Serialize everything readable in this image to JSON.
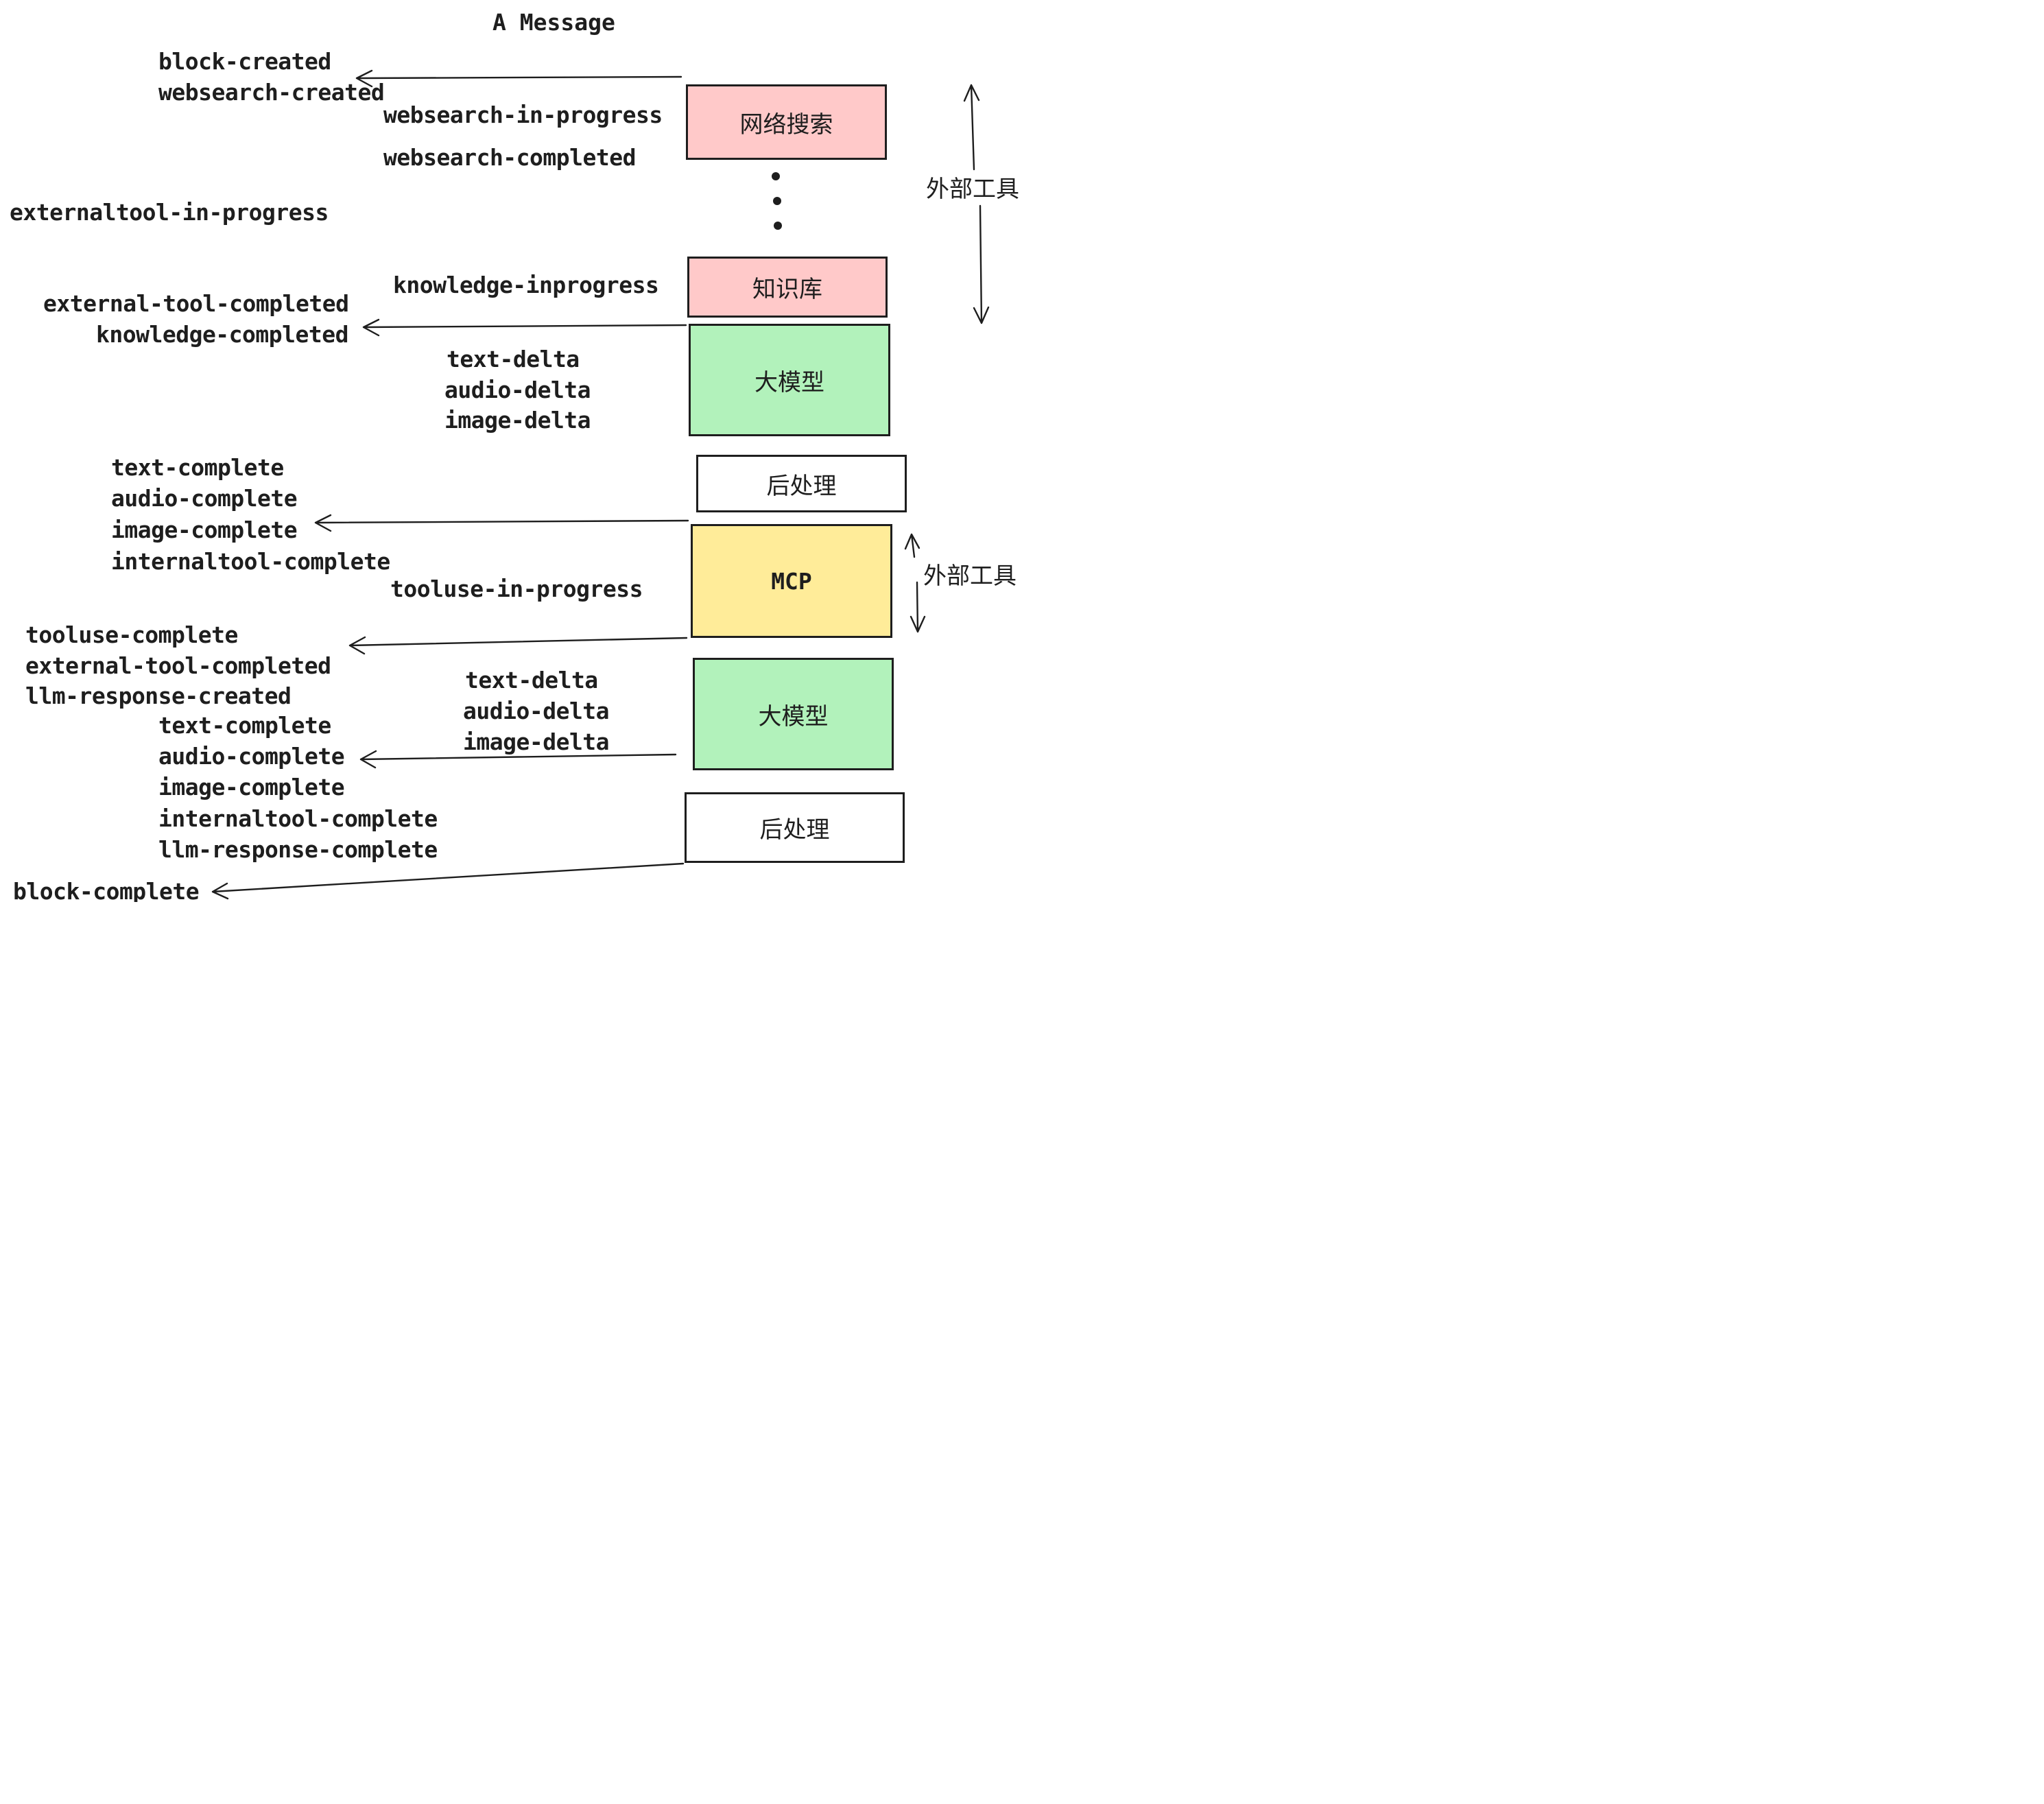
{
  "title": "A Message",
  "colors": {
    "pink": "#ffc9c9",
    "green": "#b2f2bb",
    "yellow": "#ffec99",
    "white": "#ffffff",
    "stroke": "#1e1e1e"
  },
  "boxes": [
    {
      "label": "网络搜索",
      "color": "#ffc9c9"
    },
    {
      "label": "知识库",
      "color": "#ffc9c9"
    },
    {
      "label": "大模型",
      "color": "#b2f2bb"
    },
    {
      "label": "后处理",
      "color": "#ffffff"
    },
    {
      "label": "MCP",
      "color": "#ffec99"
    },
    {
      "label": "大模型",
      "color": "#b2f2bb"
    },
    {
      "label": "后处理",
      "color": "#ffffff"
    }
  ],
  "events": [
    "block-created",
    "websearch-created",
    "websearch-in-progress",
    "websearch-completed",
    "externaltool-in-progress",
    "knowledge-inprogress",
    "external-tool-completed",
    "knowledge-completed",
    "text-delta",
    "audio-delta",
    "image-delta",
    "text-complete",
    "audio-complete",
    "image-complete",
    "internaltool-complete",
    "tooluse-in-progress",
    "tooluse-complete",
    "external-tool-completed",
    "llm-response-created",
    "text-delta",
    "audio-delta",
    "image-delta",
    "text-complete",
    "audio-complete",
    "image-complete",
    "internaltool-complete",
    "llm-response-complete",
    "block-complete"
  ],
  "side_labels": [
    "外部工具",
    "外部工具"
  ]
}
